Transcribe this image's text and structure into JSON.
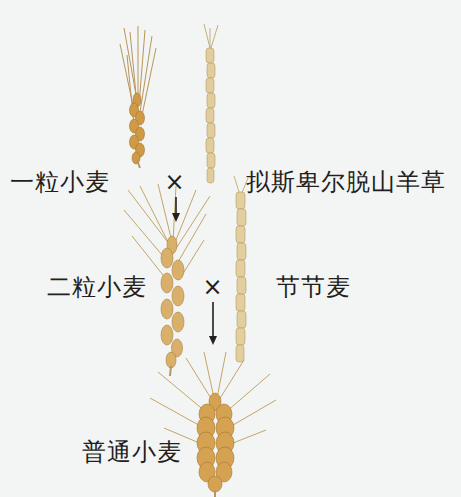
{
  "diagram": {
    "nodes": [
      {
        "text": [
          "一粒小麦"
        ]
      },
      {
        "text": [
          "拟斯卑尔脱山羊草"
        ]
      },
      {
        "text": [
          "二粒小麦"
        ]
      },
      {
        "text": [
          "节节麦"
        ]
      },
      {
        "text": [
          "普通小麦"
        ]
      }
    ],
    "edges": [
      {
        "from": 0,
        "to": 2,
        "arrow": "to"
      },
      {
        "from": 2,
        "to": 4,
        "arrow": "to"
      }
    ],
    "labels": [
      "×",
      "×"
    ]
  }
}
